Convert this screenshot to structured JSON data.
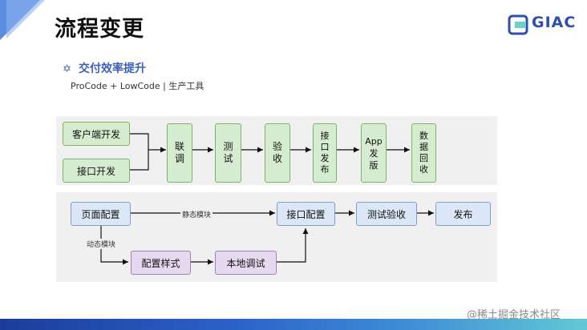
{
  "slide": {
    "title": "流程变更",
    "logo_text": "GIAC",
    "subheading": "交付效率提升",
    "subline": "ProCode + LowCode | 生产工具",
    "watermark": "@稀土掘金技术社区"
  },
  "top_flow": {
    "client_dev": "客户端开发",
    "interface_dev": "接口开发",
    "steps": [
      "联\n调",
      "测\n试",
      "验\n收",
      "接\n口\n发\n布",
      "App\n发\n版",
      "数\n据\n回\n收"
    ]
  },
  "bottom_flow": {
    "page_config": "页面配置",
    "static_module": "静态模块",
    "dynamic_module": "动态模块",
    "config_style": "配置样式",
    "local_debug": "本地调试",
    "interface_config": "接口配置",
    "test_accept": "测试验收",
    "publish": "发布"
  },
  "colors": {
    "accent": "#3d5fb7",
    "green_fill": "#d6ecd0",
    "blue_fill": "#dbe7f6",
    "purple_fill": "#e6d9ef"
  },
  "icons": [
    "gear-icon",
    "corner-triangle-icon",
    "giac-logo-icon"
  ]
}
